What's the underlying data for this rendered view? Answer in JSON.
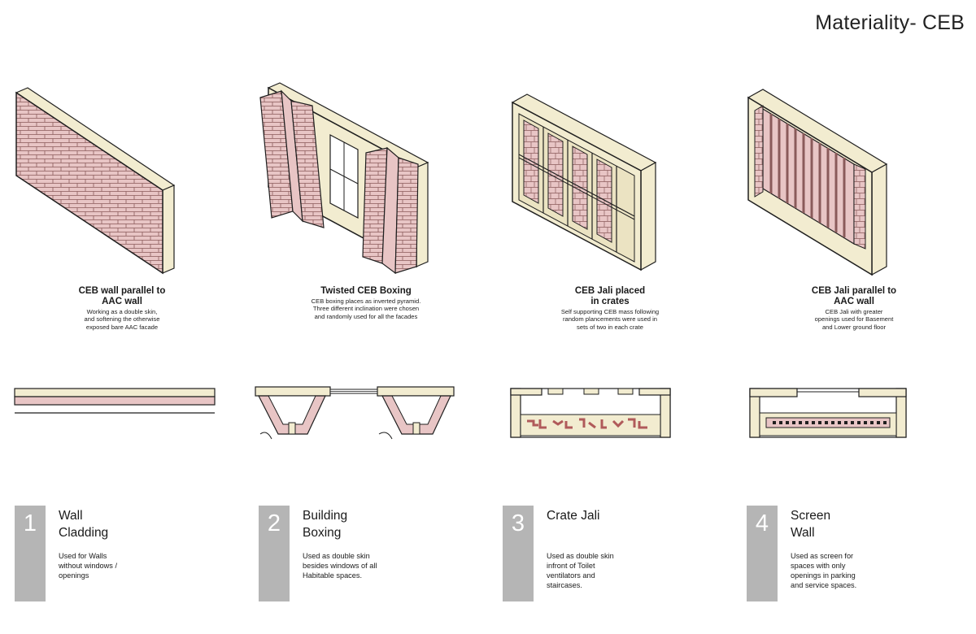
{
  "title": "Materiality- CEB",
  "colors": {
    "brick": "#e8c5c5",
    "mortar": "#8a5a5a",
    "frame": "#f2ecd0",
    "outline": "#1f1f1f",
    "numbox": "#b5b5b5"
  },
  "items": [
    {
      "caption_title": "CEB wall parallel to\nAAC wall",
      "caption_desc": "Working as a double skin,\nand softening the otherwise\nexposed bare AAC facade",
      "number": "1",
      "name": "Wall\nCladding",
      "description": "Used for Walls\nwithout windows /\nopenings"
    },
    {
      "caption_title": "Twisted CEB Boxing",
      "caption_desc": "CEB boxing places as inverted pyramid.\nThree different inclination were chosen\nand randomly used for all the facades",
      "number": "2",
      "name": "Building\nBoxing",
      "description": "Used as double skin\nbesides windows of all\nHabitable spaces."
    },
    {
      "caption_title": "CEB Jali placed\nin crates",
      "caption_desc": "Self supporting CEB mass following\nrandom plancements were used in\nsets of two in each crate",
      "number": "3",
      "name": "Crate Jali",
      "description": "Used as double skin\ninfront of Toilet\nventilators and\nstaircases."
    },
    {
      "caption_title": "CEB Jali parallel to\nAAC wall",
      "caption_desc": "CEB Jali with greater\nopenings used for Basement\nand Lower ground floor",
      "number": "4",
      "name": "Screen\nWall",
      "description": "Used as screen for\nspaces with only\nopenings in parking\nand service spaces."
    }
  ]
}
